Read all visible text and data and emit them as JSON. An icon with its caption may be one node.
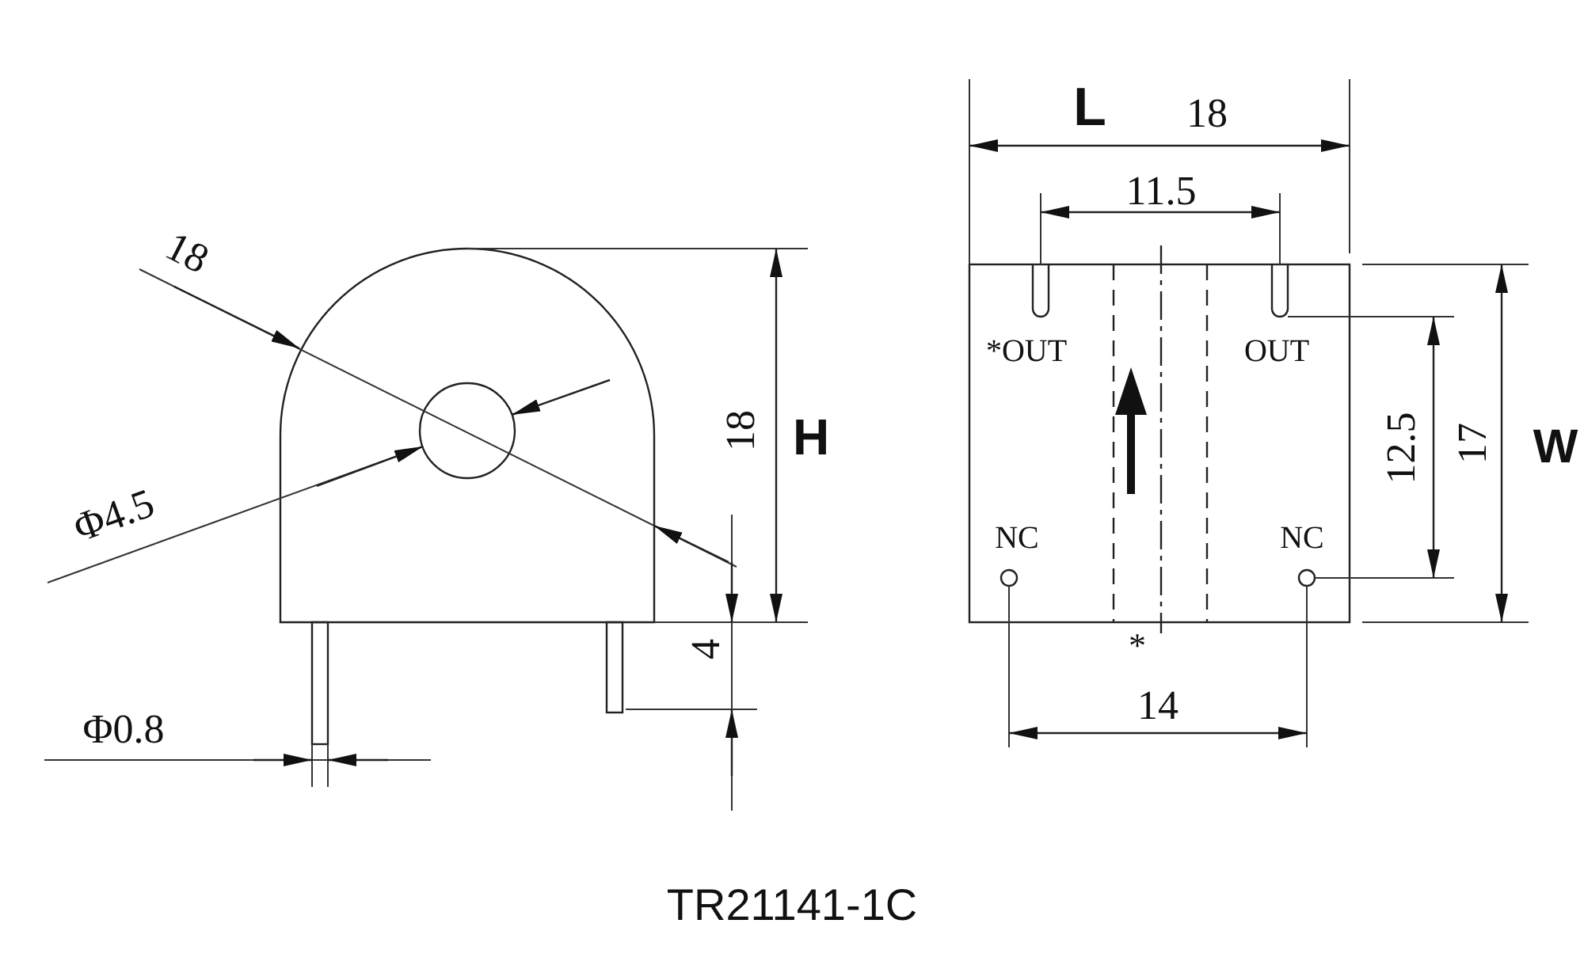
{
  "diagram": {
    "caption": "TR21141-1C",
    "labels": [
      "L",
      "18",
      "11.5",
      "18",
      "*OUT",
      "OUT",
      "Φ4.5",
      "18",
      "H",
      "12.5",
      "17",
      "W",
      "NC",
      "NC",
      "4",
      "*",
      "14",
      "Φ0.8"
    ]
  }
}
